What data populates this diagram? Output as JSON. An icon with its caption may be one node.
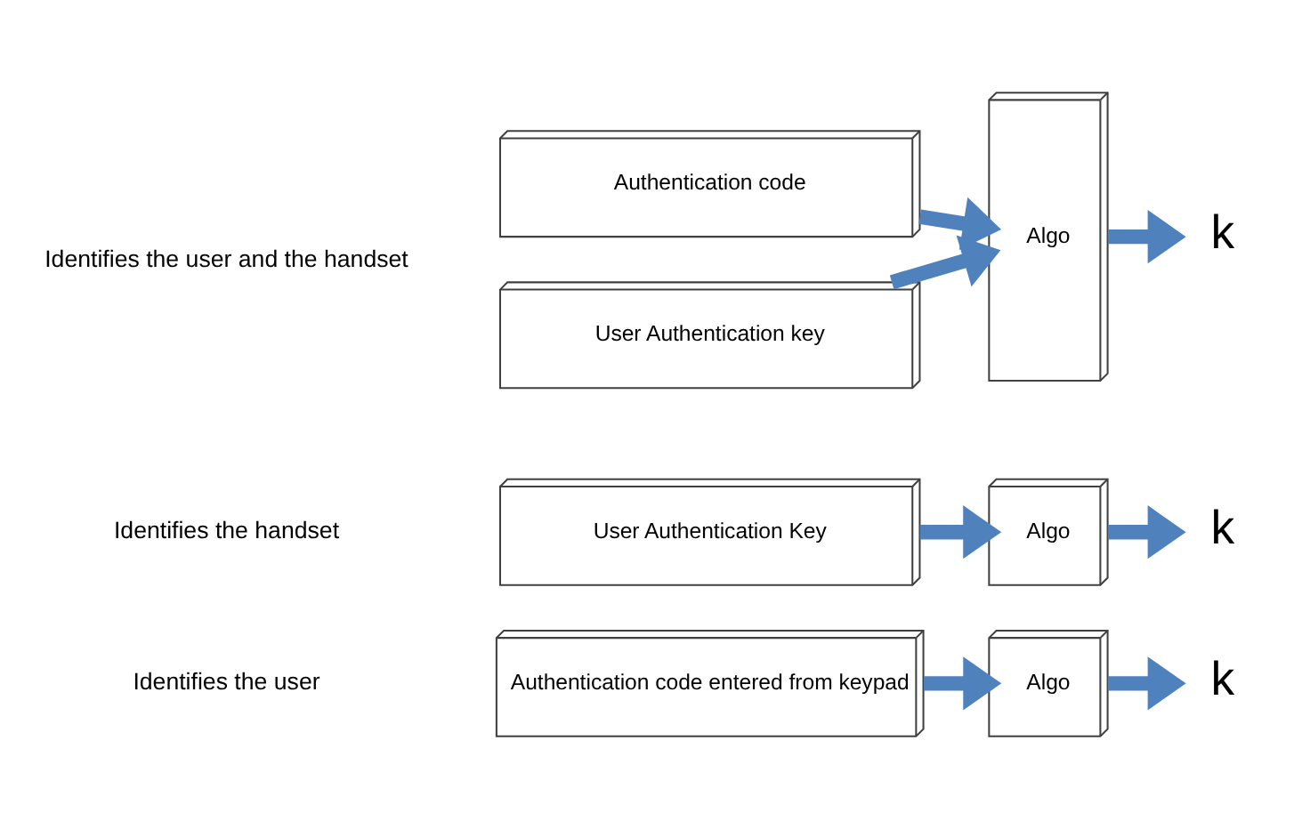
{
  "diagram": {
    "nodes": [
      {
        "text": [
          "Authentication code entered from keypad"
        ]
      },
      {
        "text": [
          "Algo"
        ]
      },
      {
        "text": [
          "k"
        ]
      },
      {
        "text": [
          "User Authentication Key"
        ]
      },
      {
        "text": [
          "Algo"
        ]
      },
      {
        "text": [
          "k"
        ]
      },
      {
        "text": [
          "Authentication code"
        ]
      },
      {
        "text": [
          "User Authentication key"
        ]
      },
      {
        "text": [
          "Algo"
        ]
      },
      {
        "text": [
          "k"
        ]
      }
    ],
    "edges": [
      {
        "from": 0,
        "to": 1,
        "arrow": "to"
      },
      {
        "from": 1,
        "to": 2,
        "arrow": "to"
      },
      {
        "from": 3,
        "to": 4,
        "arrow": "to"
      },
      {
        "from": 4,
        "to": 5,
        "arrow": "to"
      },
      {
        "from": 6,
        "to": 8,
        "arrow": "to"
      },
      {
        "from": 7,
        "to": 8,
        "arrow": "to"
      },
      {
        "from": 8,
        "to": 9,
        "arrow": "to"
      }
    ],
    "labels": [
      "Identifies the user",
      "Identifies the handset",
      "Identifies the user and the handset"
    ]
  }
}
